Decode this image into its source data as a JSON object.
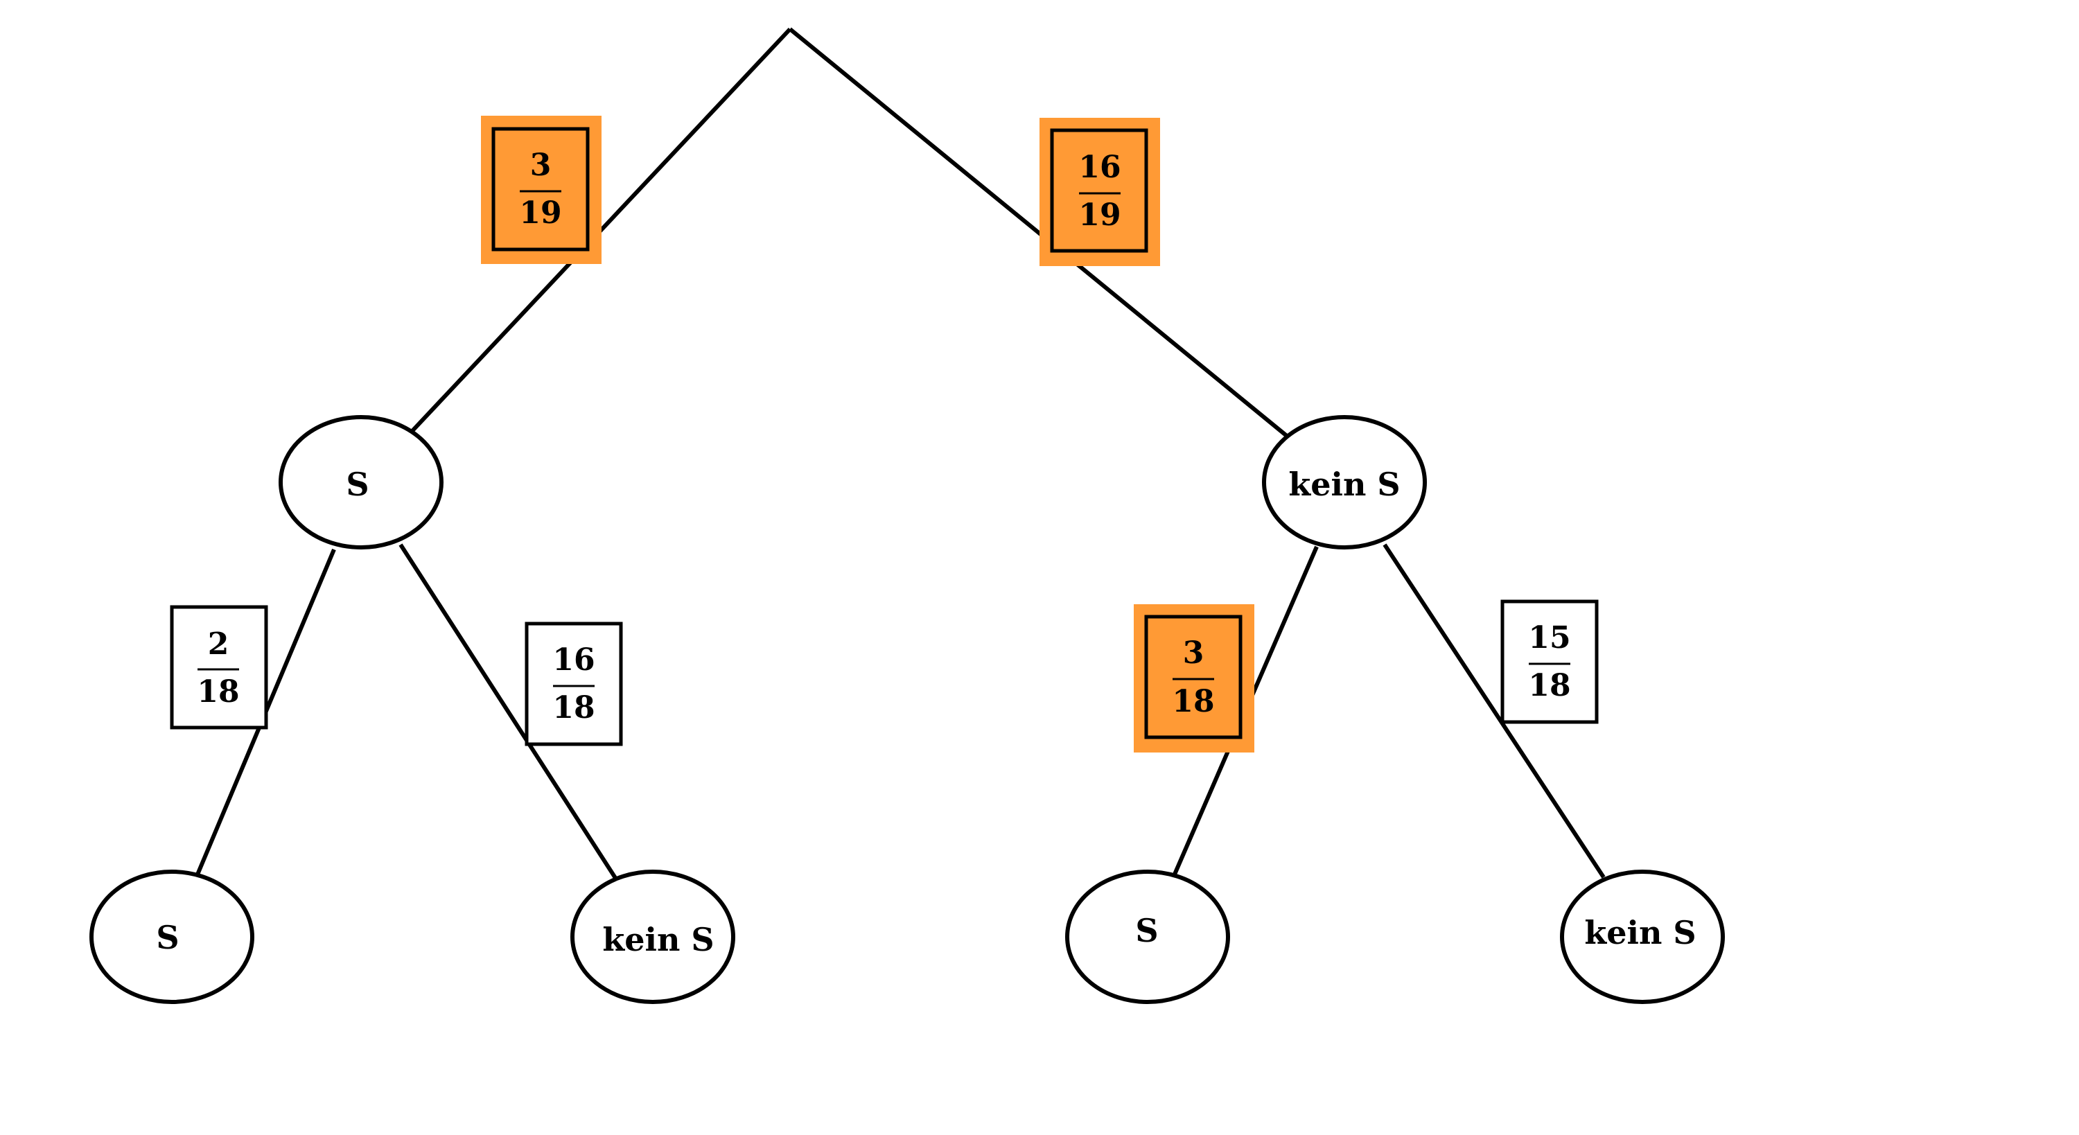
{
  "colors": {
    "line": "#000000",
    "highlight": "#FF9A35",
    "background": "#FFFFFF"
  },
  "level1": {
    "left": {
      "node": "S",
      "prob": {
        "num": "3",
        "den": "19",
        "highlighted": true
      }
    },
    "right": {
      "node": "kein S",
      "prob": {
        "num": "16",
        "den": "19",
        "highlighted": true
      }
    }
  },
  "level2": {
    "ll": {
      "node": "S",
      "prob": {
        "num": "2",
        "den": "18",
        "highlighted": false
      }
    },
    "lr": {
      "node": "kein S",
      "prob": {
        "num": "16",
        "den": "18",
        "highlighted": false
      }
    },
    "rl": {
      "node": "S",
      "prob": {
        "num": "3",
        "den": "18",
        "highlighted": true
      }
    },
    "rr": {
      "node": "kein S",
      "prob": {
        "num": "15",
        "den": "18",
        "highlighted": false
      }
    }
  }
}
